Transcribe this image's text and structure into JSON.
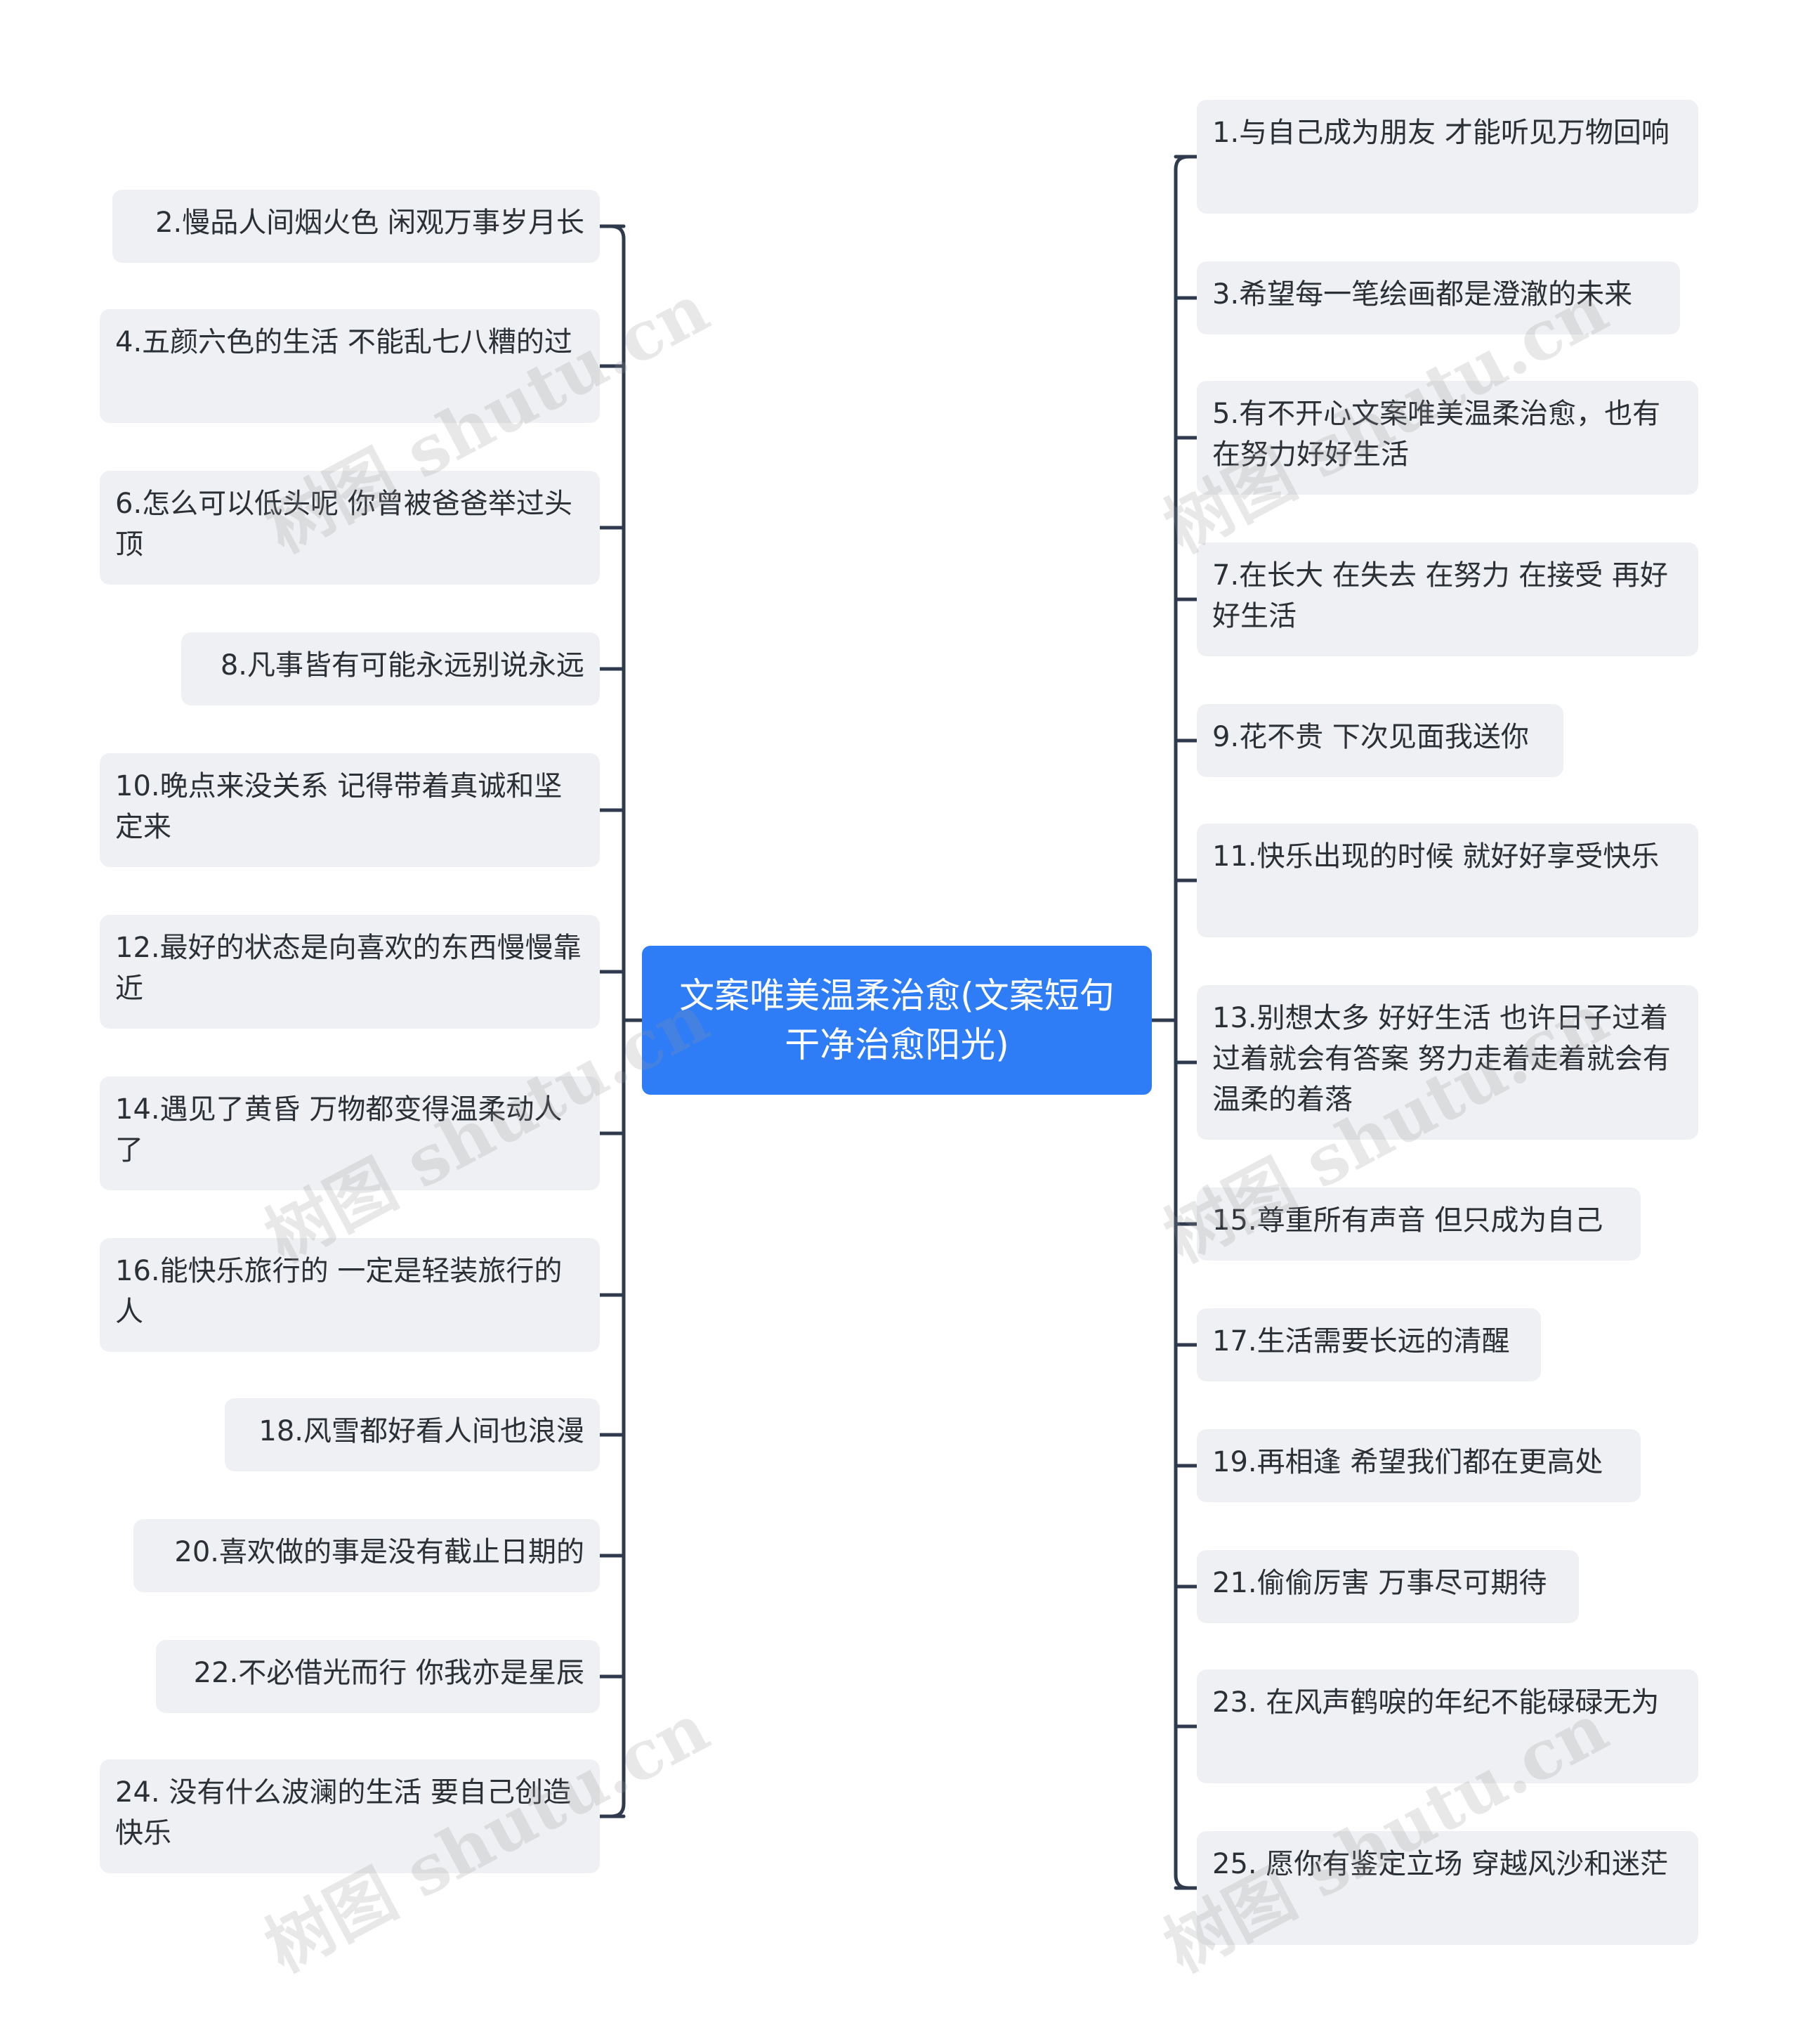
{
  "root": {
    "label": "文案唯美温柔治愈(文案短句干净治愈阳光)"
  },
  "left_items": [
    "2.慢品人间烟火色 闲观万事岁月长",
    "4.五颜六色的生活 不能乱七八糟的过",
    "6.怎么可以低头呢 你曾被爸爸举过头顶",
    "8.凡事皆有可能永远别说永远",
    "10.晚点来没关系 记得带着真诚和坚定来",
    "12.最好的状态是向喜欢的东西慢慢靠近",
    "14.遇见了黄昏 万物都变得温柔动人了",
    "16.能快乐旅行的 一定是轻装旅行的人",
    "18.风雪都好看人间也浪漫",
    "20.喜欢做的事是没有截止日期的",
    "22.不必借光而行 你我亦是星辰",
    "24. 没有什么波澜的生活 要自己创造快乐"
  ],
  "right_items": [
    "1.与自己成为朋友 才能听见万物回响",
    "3.希望每一笔绘画都是澄澈的未来",
    "5.有不开心文案唯美温柔治愈，也有在努力好好生活",
    "7.在长大 在失去 在努力 在接受 再好好生活",
    "9.花不贵 下次见面我送你",
    "11.快乐出现的时候 就好好享受快乐",
    "13.别想太多 好好生活 也许日子过着过着就会有答案 努力走着走着就会有温柔的着落",
    "15.尊重所有声音 但只成为自己",
    "17.生活需要长远的清醒",
    "19.再相逢 希望我们都在更高处",
    "21.偷偷厉害 万事尽可期待",
    "23. 在风声鹤唳的年纪不能碌碌无为",
    "25. 愿你有鉴定立场 穿越风沙和迷茫"
  ],
  "watermark": "树图 shutu.cn",
  "colors": {
    "root_bg": "#2e7cf6",
    "node_bg": "#eef0f3",
    "line": "#2f3a4d",
    "text": "#2b2f36"
  }
}
